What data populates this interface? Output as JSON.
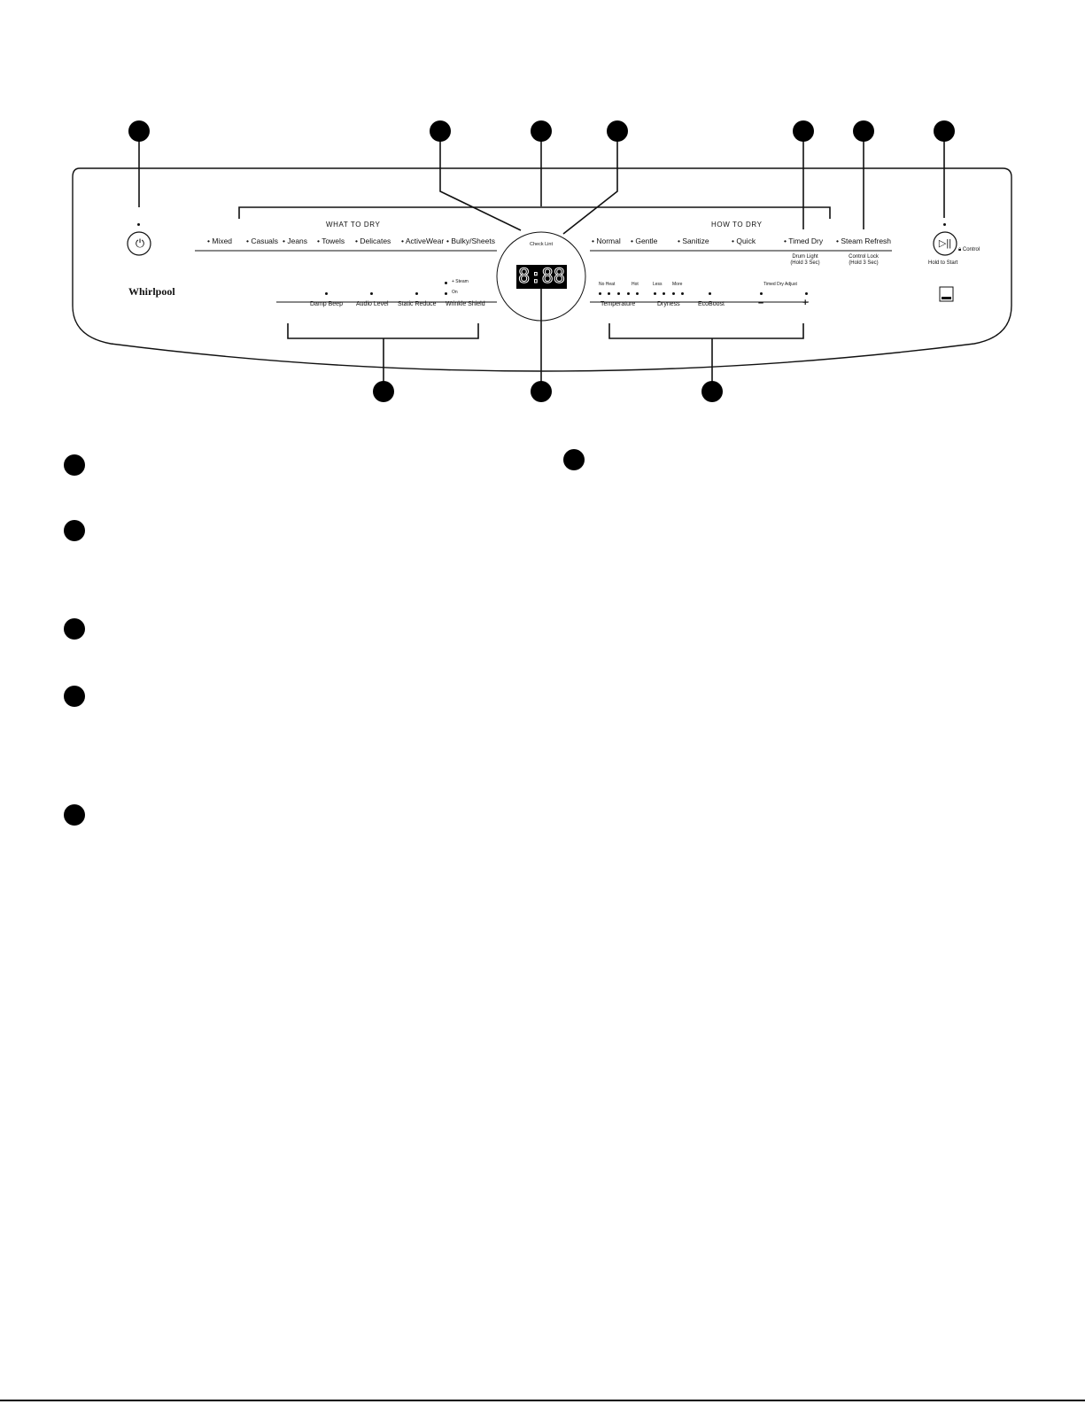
{
  "panel": {
    "what_to_dry": {
      "header": "WHAT TO DRY",
      "options": [
        "Mixed",
        "Casuals",
        "Jeans",
        "Towels",
        "Delicates",
        "ActiveWear",
        "Bulky/Sheets"
      ]
    },
    "how_to_dry": {
      "header": "HOW TO DRY",
      "options": [
        "Normal",
        "Gentle",
        "Sanitize",
        "Quick",
        "Timed Dry",
        "Steam Refresh"
      ],
      "timed_dry_sub": "Drum Light\n(Hold 3 Sec)",
      "steam_refresh_sub": "Control Lock\n(Hold 3 Sec)"
    },
    "check_lint": "Check Lint",
    "display_digits": "8:88",
    "brand": "Whirlpool",
    "start": {
      "control_label": "Control",
      "hold_label": "Hold to Start"
    },
    "left_bottom": {
      "steam_label": "+ Steam",
      "on_label": "On",
      "labels": [
        "Damp Beep",
        "Audio Level",
        "Static Reduce",
        "Wrinkle Shield"
      ]
    },
    "right_bottom": {
      "no_heat": "No Heat",
      "hot": "Hot",
      "less": "Less",
      "more": "More",
      "timed_dry_adjust": "Timed Dry Adjust",
      "labels": [
        "Temperature",
        "Dryness",
        "EcoBoost"
      ],
      "minus": "–",
      "plus": "+"
    }
  },
  "colors": {
    "display_bg": "#000000",
    "ink": "#111111"
  }
}
